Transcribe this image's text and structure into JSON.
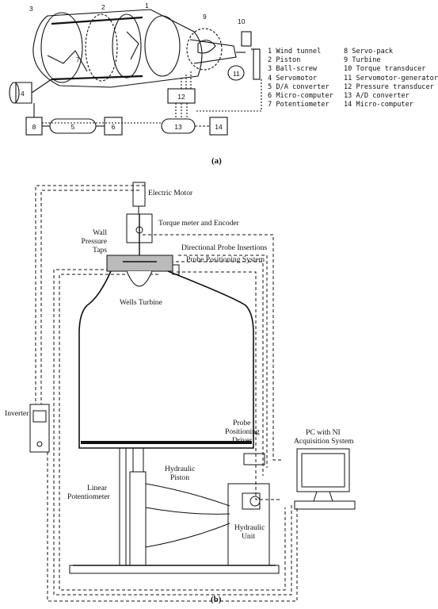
{
  "figure_a": {
    "caption": "(a)",
    "callouts": {
      "n3": "3",
      "n2": "2",
      "n1": "1",
      "n9": "9",
      "n10": "10",
      "n7": "7",
      "n4": "4",
      "n11": "11",
      "n12": "12",
      "n8": "8",
      "n5": "5",
      "n6": "6",
      "n13": "13",
      "n14": "14"
    },
    "legend_left": [
      "1 Wind tunnel",
      "2 Piston",
      "3 Ball-screw",
      "4 Servomotor",
      "5 D/A converter",
      "6 Micro-computer",
      "7 Potentiometer"
    ],
    "legend_right": [
      "8 Servo-pack",
      "9 Turbine",
      "10 Torque transducer",
      "11 Servomotor-generator",
      "12 Pressure transducer",
      "13 A/D converter",
      "14 Micro-computer"
    ]
  },
  "figure_b": {
    "caption": "(b)",
    "labels": {
      "electric_motor": "Electric Motor",
      "torque_meter": "Torque meter and Encoder",
      "wall_pressure_1": "Wall",
      "wall_pressure_2": "Pressure",
      "wall_pressure_3": "Taps",
      "directional_probe": "Directional Probe Insertions",
      "probe_positioning_system": "Probe Positioning System",
      "wells_turbine": "Wells Turbine",
      "inverter": "Inverter",
      "probe_driver_1": "Probe",
      "probe_driver_2": "Positioning",
      "probe_driver_3": "Driver",
      "pc_1": "PC with NI",
      "pc_2": "Acquisition System",
      "hydraulic_piston_1": "Hydraulic",
      "hydraulic_piston_2": "Piston",
      "linear_pot_1": "Linear",
      "linear_pot_2": "Potentiometer",
      "hydraulic_unit_1": "Hydraulic",
      "hydraulic_unit_2": "Unit"
    }
  }
}
